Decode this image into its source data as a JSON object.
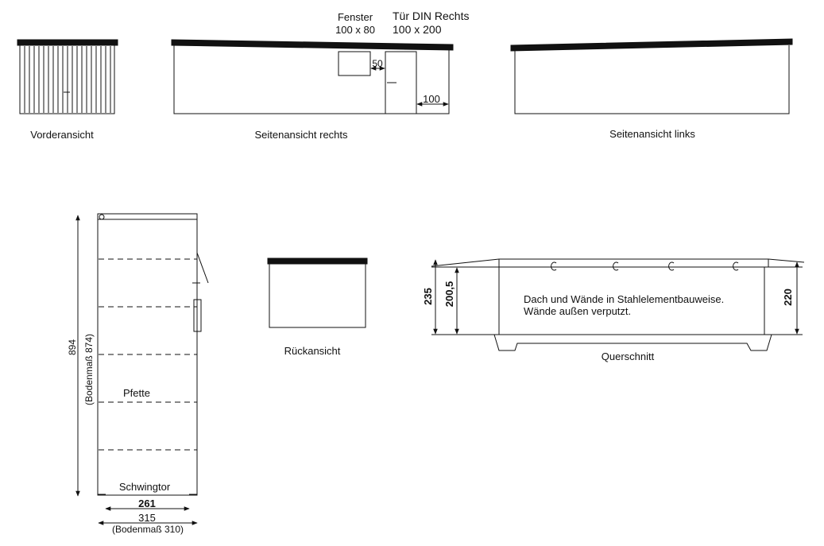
{
  "labels": {
    "front_view": "Vorderansicht",
    "side_right": "Seitenansicht rechts",
    "side_left": "Seitenansicht links",
    "window_title": "Fenster",
    "window_size": "100 x 80",
    "door_title": "Tür DIN Rechts",
    "door_size": "100 x 200",
    "dim_50": "50",
    "dim_100": "100",
    "rear_view": "Rückansicht",
    "cross_section": "Querschnitt",
    "note_line1": "Dach und Wände in Stahlelementbauweise.",
    "note_line2": "Wände außen verputzt.",
    "dim_235": "235",
    "dim_200_5": "200,5",
    "dim_220": "220",
    "dim_894": "894",
    "floor_874": "(Bodenmaß 874)",
    "purlin": "Pfette",
    "swing_gate": "Schwingtor",
    "dim_261": "261",
    "dim_315": "315",
    "floor_310": "(Bodenmaß 310)"
  },
  "colors": {
    "line": "#111111",
    "background": "#ffffff"
  }
}
